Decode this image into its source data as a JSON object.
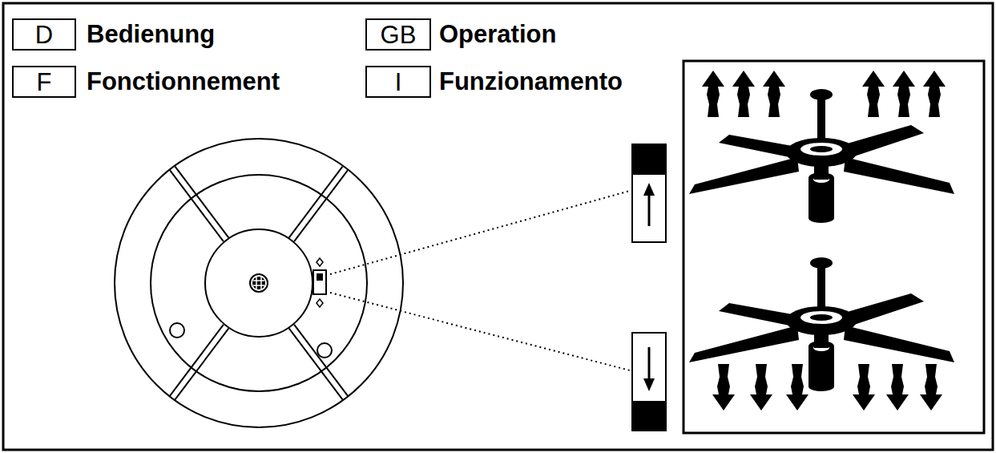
{
  "diagram": {
    "nodes": [
      {
        "text": [
          "D"
        ]
      },
      {
        "text": [
          "GB"
        ]
      },
      {
        "text": [
          "F"
        ]
      },
      {
        "text": [
          "I"
        ]
      }
    ],
    "labels": [
      "Bedienung",
      "Operation",
      "Fonctionnement",
      "Funzionamento"
    ]
  }
}
